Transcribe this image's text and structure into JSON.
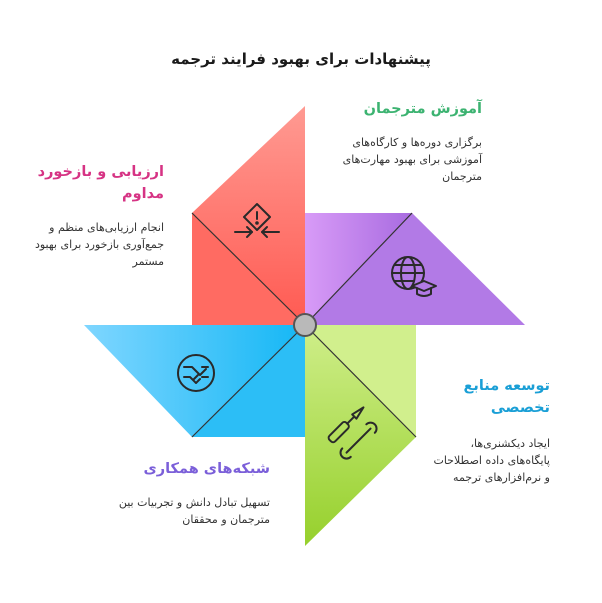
{
  "title": "پیشنهادات برای بهبود فرایند ترجمه",
  "items": [
    {
      "heading": "آموزش مترجمان",
      "desc": "برگزاری دوره‌ها و کارگاه‌های آموزشی برای بهبود مهارت‌های مترجمان",
      "color": "#3cb371",
      "icon": "globe-graduation-cap-icon"
    },
    {
      "heading": "ارزیابی و بازخورد مداوم",
      "desc": "انجام ارزیابی‌های منظم و جمع‌آوری بازخورد برای بهبود مستمر",
      "color": "#d63384",
      "icon": "warning-converge-icon"
    },
    {
      "heading": "توسعه منابع تخصصی",
      "desc": "ایجاد دیکشنری‌ها، پایگاه‌های داده اصطلاحات و نرم‌افزارهای ترجمه",
      "color": "#1a9fd6",
      "icon": "wrench-screwdriver-icon"
    },
    {
      "heading": "شبکه‌های همکاری",
      "desc": "تسهیل تبادل دانش و تجربیات بین مترجمان و محققان",
      "color": "#7b5fd9",
      "icon": "handshake-icon"
    }
  ]
}
